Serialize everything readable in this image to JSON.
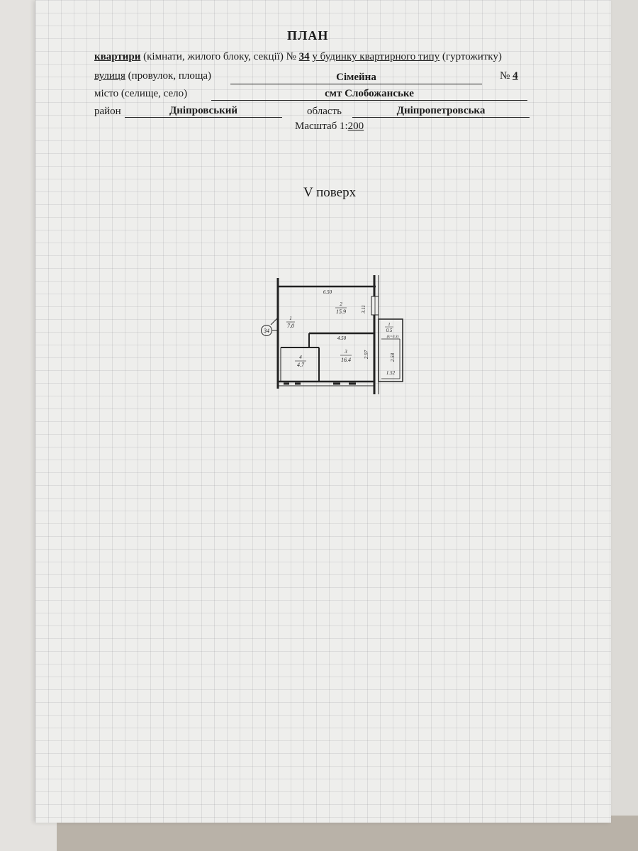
{
  "header": {
    "title": "ПЛАН",
    "line1": {
      "word_apartment": "квартири",
      "rest": "(кімнати, жилого блоку, секції)",
      "number_label": "№",
      "number_value": "34",
      "in_building": "у будинку квартирного типу",
      "dormitory": "(гуртожитку)"
    },
    "street": {
      "label_underlined": "вулиця",
      "label_rest": "(провулок, площа)",
      "value": "Сімейна",
      "number_label": "№",
      "number_value": "4"
    },
    "city": {
      "label": "місто (селище, село)",
      "value": "смт Слобожанське"
    },
    "district": {
      "label": "район",
      "value": "Дніпровський",
      "region_label": "область",
      "region_value": "Дніпропетровська"
    },
    "scale": {
      "label": "Масштаб 1:",
      "value": "200"
    }
  },
  "floor_label": "V поверх",
  "plan": {
    "apartment_marker": "34",
    "rooms": [
      {
        "number": "1",
        "area": "7.0"
      },
      {
        "number": "2",
        "area": "15.9"
      },
      {
        "number": "3",
        "area": "16.4"
      },
      {
        "number": "4",
        "area": "4.7"
      },
      {
        "number": "1",
        "area": "0.5"
      }
    ],
    "balcony_coef": "(k=0.3)",
    "dimensions": {
      "top_width": "6.50",
      "mid_width": "4.50",
      "right_height": "3.11",
      "inner_height": "2.97",
      "balcony_height": "2.58",
      "balcony_width": "1.52"
    }
  }
}
